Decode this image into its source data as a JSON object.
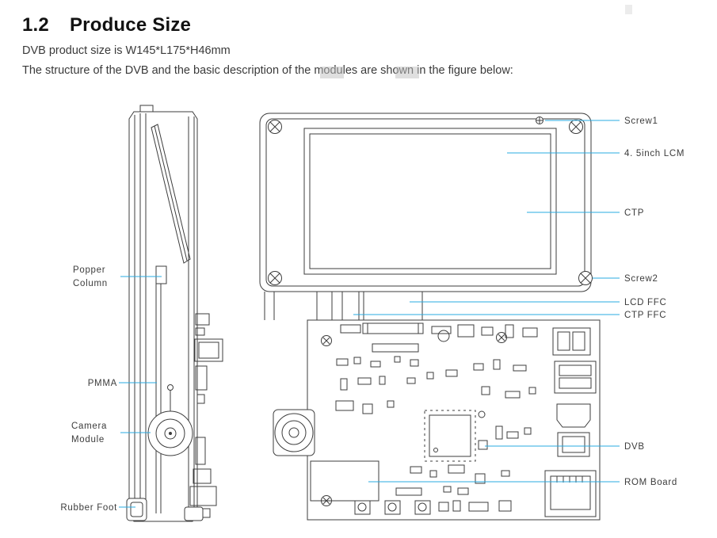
{
  "document": {
    "heading": {
      "number": "1.2",
      "title": "Produce Size"
    },
    "paragraphs": [
      "DVB product size is W145*L175*H46mm",
      "The structure of the DVB and the basic description of the modules are shown in the figure below:"
    ]
  },
  "figure": {
    "accent_color": "#29abe2",
    "line_color": "#3d3d3d",
    "callouts_right": [
      {
        "id": "screw1",
        "label": "Screw1"
      },
      {
        "id": "lcm",
        "label": "4. 5inch LCM"
      },
      {
        "id": "ctp",
        "label": "CTP"
      },
      {
        "id": "screw2",
        "label": "Screw2"
      },
      {
        "id": "lcd-ffc",
        "label": "LCD FFC"
      },
      {
        "id": "ctp-ffc",
        "label": "CTP FFC"
      },
      {
        "id": "dvb",
        "label": "DVB"
      },
      {
        "id": "rom-board",
        "label": "ROM Board"
      }
    ],
    "callouts_left": [
      {
        "id": "popper-column",
        "label": "Popper Column"
      },
      {
        "id": "pmma",
        "label": "PMMA"
      },
      {
        "id": "camera-module",
        "label": "Camera Module"
      },
      {
        "id": "rubber-foot",
        "label": "Rubber Foot"
      }
    ]
  }
}
